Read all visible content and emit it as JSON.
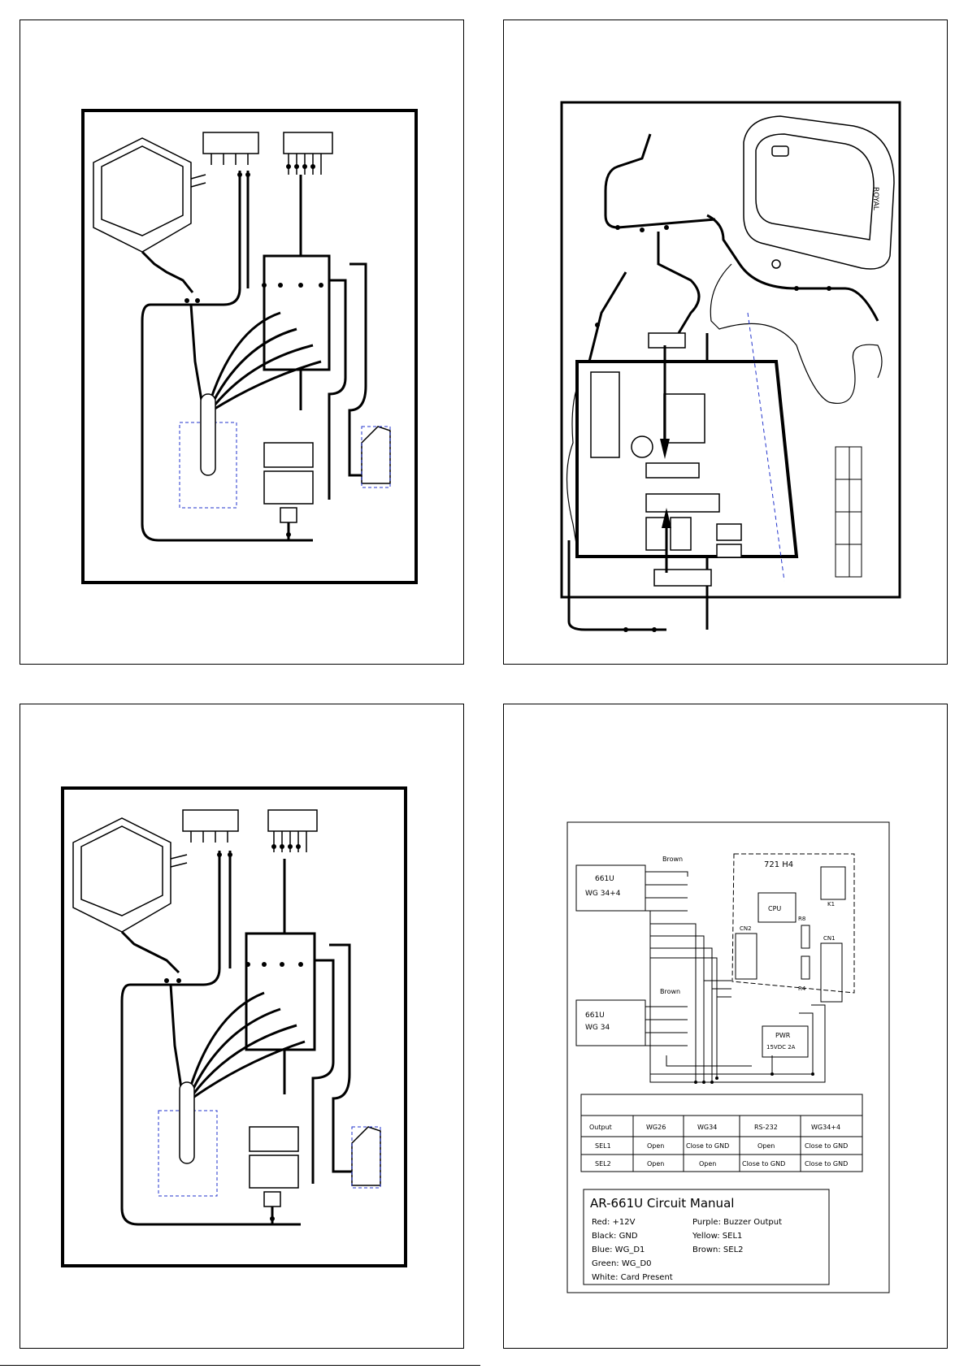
{
  "page": {
    "footer_text": ""
  },
  "panel2": {
    "label_royal": "ROYAL"
  },
  "panel4": {
    "title": "AR-661U Circuit Manual",
    "boxes": {
      "reader_top_model": "661U",
      "reader_top_mode": "WG 34+4",
      "reader_bottom_model": "661U",
      "reader_bottom_mode": "WG 34",
      "board": "721 H4",
      "cpu": "CPU",
      "cn2": "CN2",
      "cn1": "CN1",
      "r8": "R8",
      "r4": "R4",
      "k1": "K1",
      "pwr": "PWR",
      "pwr_rating": "15VDC 2A",
      "brown_top": "Brown",
      "brown_bottom": "Brown"
    },
    "table": {
      "headers": [
        "Output",
        "WG26",
        "WG34",
        "RS-232",
        "WG34+4"
      ],
      "rows": [
        [
          "SEL1",
          "Open",
          "Close to GND",
          "Open",
          "Close to GND"
        ],
        [
          "SEL2",
          "Open",
          "Open",
          "Close to GND",
          "Close to GND"
        ]
      ]
    },
    "legend_left": [
      "Red: +12V",
      "Black: GND",
      "Blue: WG_D1",
      "Green: WG_D0",
      "White: Card Present"
    ],
    "legend_right": [
      "Purple: Buzzer Output",
      "Yellow: SEL1",
      "Brown: SEL2"
    ]
  },
  "colors": {
    "ink": "#000000",
    "guide_dashed": "#2233cc",
    "paper": "#ffffff"
  }
}
